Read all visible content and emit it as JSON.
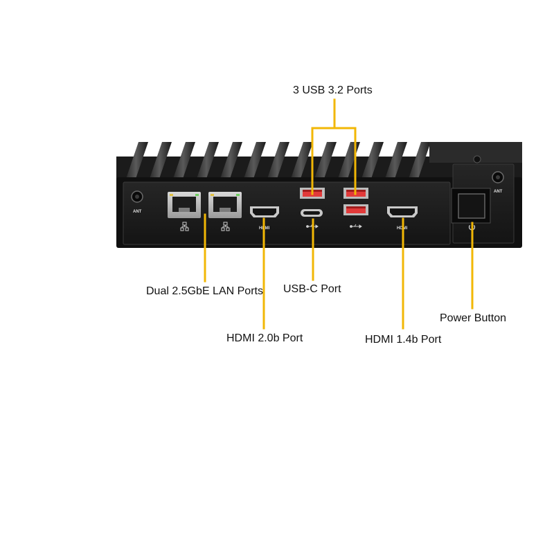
{
  "colors": {
    "callout_line": "#f2b705",
    "chassis": "#1e1e1e",
    "usb_accent": "#e23a3a",
    "rj45_metal": "#b9b9b9"
  },
  "callouts": {
    "usb32": "3 USB 3.2 Ports",
    "lan": "Dual 2.5GbE LAN Ports",
    "usbc": "USB-C Port",
    "power": "Power Button",
    "hdmi20": "HDMI 2.0b Port",
    "hdmi14": "HDMI 1.4b Port"
  },
  "panel_silkscreen": {
    "ant_left": "ANT",
    "ant_right": "ANT",
    "hdmi_left": "HDMI",
    "hdmi_right": "HDMI"
  },
  "icons": {
    "lan_1": "network-icon",
    "lan_2": "network-icon",
    "usbc": "usb-icon",
    "usb": "usb-icon",
    "power": "power-icon",
    "antenna": "antenna-connector"
  }
}
